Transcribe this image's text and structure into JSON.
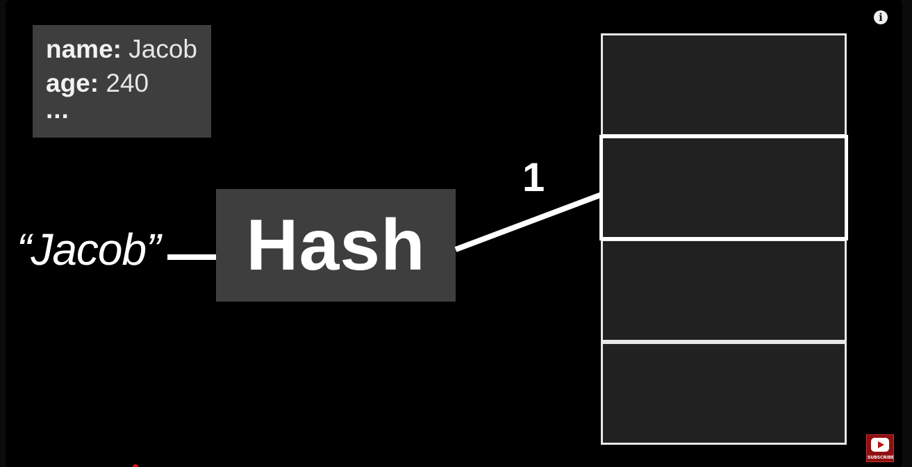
{
  "record": {
    "name_key": "name:",
    "name_value": "Jacob",
    "age_key": "age:",
    "age_value": "240",
    "ellipsis": "..."
  },
  "input_key": "“Jacob”",
  "hash_label": "Hash",
  "bucket_index": "1",
  "buckets": {
    "count": 4,
    "highlighted_index": 1
  },
  "player": {
    "info_icon": "info-icon",
    "info_glyph": "i",
    "subscribe_label": "SUBSCRIBE",
    "subscribe_icon": "play-icon"
  },
  "colors": {
    "background": "#000000",
    "box_fill": "#3e3e3e",
    "bucket_fill": "#212121",
    "subscribe_red": "#8f1010"
  }
}
